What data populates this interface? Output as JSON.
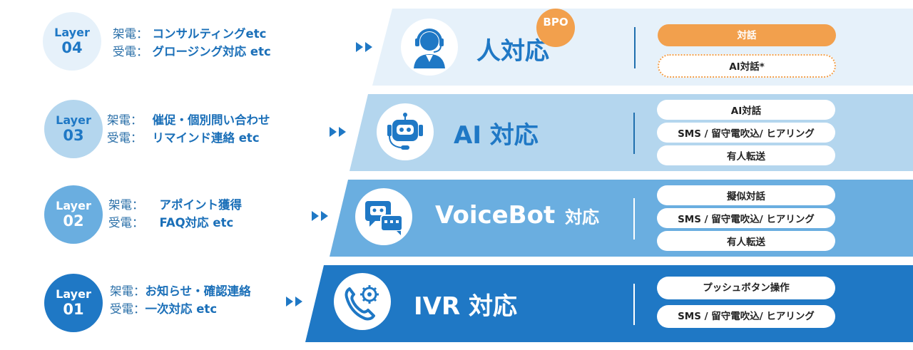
{
  "layers": [
    {
      "label": "Layer",
      "number": "04",
      "outbound_key": "架電：",
      "outbound_val": "コンサルティングetc",
      "inbound_key": "受電：",
      "inbound_val": "グロージング対応 etc",
      "title": "人対応",
      "badge": "BPO",
      "icon": "headset-operator-icon",
      "tags": [
        "対話",
        "AI対話*"
      ]
    },
    {
      "label": "Layer",
      "number": "03",
      "outbound_key": "架電：",
      "outbound_val": "催促・個別問い合わせ",
      "inbound_key": "受電：",
      "inbound_val": "リマインド連絡 etc",
      "title": "AI 対応",
      "icon": "robot-headset-icon",
      "tags": [
        "AI対話",
        "SMS / 留守電吹込/ ヒアリング",
        "有人転送"
      ]
    },
    {
      "label": "Layer",
      "number": "02",
      "outbound_key": "架電：",
      "outbound_val": "アポイント獲得",
      "inbound_key": "受電：",
      "inbound_val": "FAQ対応 etc",
      "title": "VoiceBot",
      "title_suffix": "対応",
      "icon": "chat-bot-icon",
      "tags": [
        "擬似対話",
        "SMS / 留守電吹込/ ヒアリング",
        "有人転送"
      ]
    },
    {
      "label": "Layer",
      "number": "01",
      "outbound_key": "架電：",
      "outbound_val": "お知らせ・確認連絡",
      "inbound_key": "受電：",
      "inbound_val": "一次対応 etc",
      "title": "IVR 対応",
      "icon": "phone-gear-icon",
      "tags": [
        "プッシュボタン操作",
        "SMS / 留守電吹込/ ヒアリング"
      ]
    }
  ],
  "colors": {
    "band4": "#e6f1fa",
    "band3": "#b4d6ee",
    "band2": "#6aaee0",
    "band1": "#1f78c5",
    "circle4": "#e6f1fa",
    "circle3": "#b4d6ee",
    "circle2": "#6aaee0",
    "circle1": "#1f78c5",
    "accent_orange": "#f2a04d",
    "text_blue": "#1a6fb8"
  }
}
